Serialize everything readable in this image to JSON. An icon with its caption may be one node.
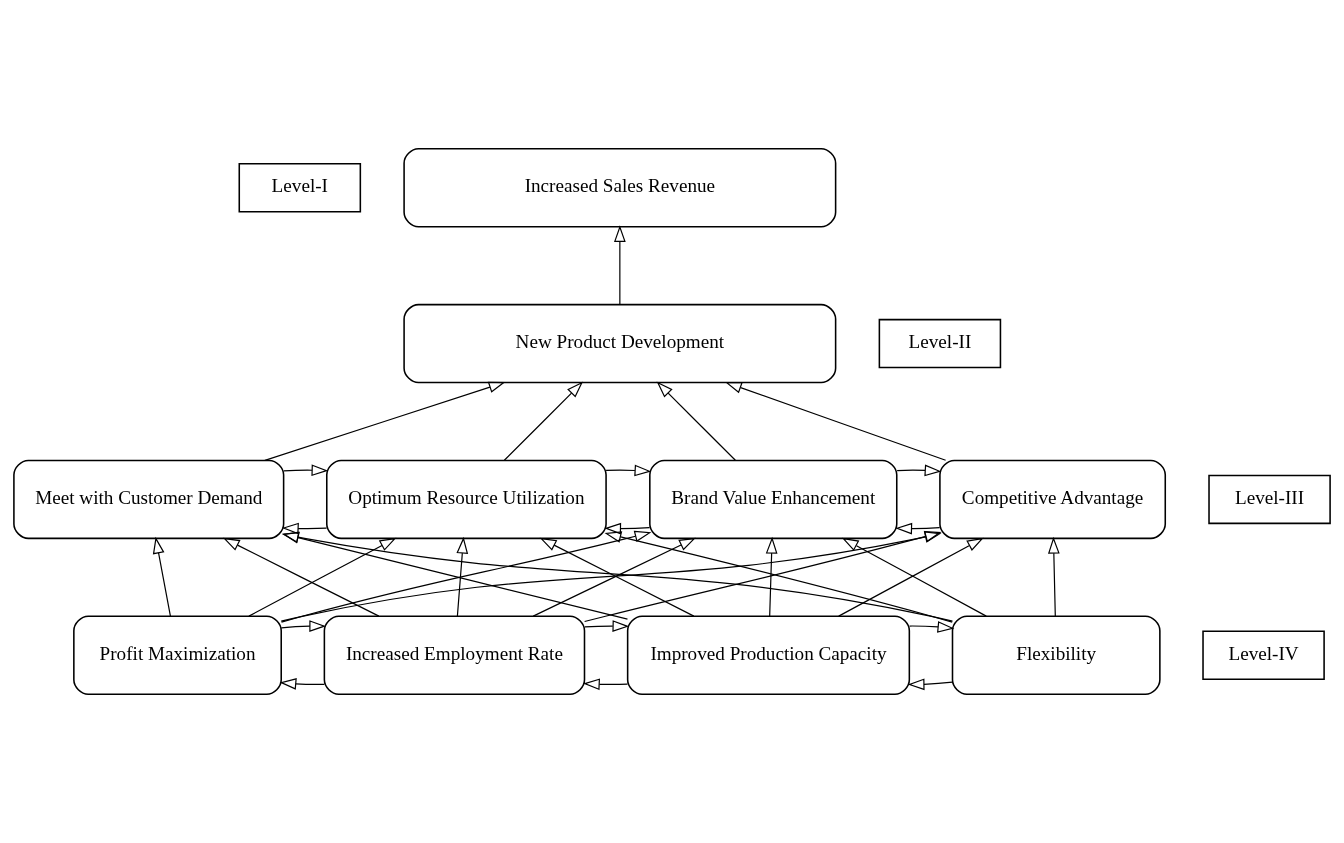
{
  "diagram": {
    "nodes": [
      {
        "text": [
          "Level-I"
        ]
      },
      {
        "text": [
          "Increased Sales Revenue"
        ]
      },
      {
        "text": [
          "Level-II"
        ]
      },
      {
        "text": [
          "New Product Development"
        ]
      },
      {
        "text": [
          "Level-III"
        ]
      },
      {
        "text": [
          "Meet with Customer Demand"
        ]
      },
      {
        "text": [
          "Optimum Resource Utilization"
        ]
      },
      {
        "text": [
          "Brand Value Enhancement"
        ]
      },
      {
        "text": [
          "Competitive Advantage"
        ]
      },
      {
        "text": [
          "Level-IV"
        ]
      },
      {
        "text": [
          "Profit Maximization"
        ]
      },
      {
        "text": [
          "Increased Employment Rate"
        ]
      },
      {
        "text": [
          "Improved Production Capacity"
        ]
      },
      {
        "text": [
          "Flexibility"
        ]
      }
    ],
    "edges": [
      {
        "from": 3,
        "to": 1,
        "arrow": "to"
      },
      {
        "from": 5,
        "to": 3,
        "arrow": "to"
      },
      {
        "from": 6,
        "to": 3,
        "arrow": "to"
      },
      {
        "from": 7,
        "to": 3,
        "arrow": "to"
      },
      {
        "from": 8,
        "to": 3,
        "arrow": "to"
      },
      {
        "from": 10,
        "to": 5,
        "arrow": "to"
      },
      {
        "from": 10,
        "to": 6,
        "arrow": "to"
      },
      {
        "from": 10,
        "to": 7,
        "arrow": "to"
      },
      {
        "from": 10,
        "to": 8,
        "arrow": "to"
      },
      {
        "from": 11,
        "to": 5,
        "arrow": "to"
      },
      {
        "from": 11,
        "to": 6,
        "arrow": "to"
      },
      {
        "from": 11,
        "to": 7,
        "arrow": "to"
      },
      {
        "from": 11,
        "to": 8,
        "arrow": "to"
      },
      {
        "from": 12,
        "to": 5,
        "arrow": "to"
      },
      {
        "from": 12,
        "to": 6,
        "arrow": "to"
      },
      {
        "from": 12,
        "to": 7,
        "arrow": "to"
      },
      {
        "from": 12,
        "to": 8,
        "arrow": "to"
      },
      {
        "from": 13,
        "to": 5,
        "arrow": "to"
      },
      {
        "from": 13,
        "to": 6,
        "arrow": "to"
      },
      {
        "from": 13,
        "to": 7,
        "arrow": "to"
      },
      {
        "from": 13,
        "to": 8,
        "arrow": "to"
      },
      {
        "from": 5,
        "to": 6,
        "arrow": "to"
      },
      {
        "from": 6,
        "to": 5,
        "arrow": "to"
      },
      {
        "from": 6,
        "to": 7,
        "arrow": "to"
      },
      {
        "from": 7,
        "to": 6,
        "arrow": "to"
      },
      {
        "from": 7,
        "to": 8,
        "arrow": "to"
      },
      {
        "from": 8,
        "to": 7,
        "arrow": "to"
      },
      {
        "from": 10,
        "to": 11,
        "arrow": "to"
      },
      {
        "from": 11,
        "to": 10,
        "arrow": "to"
      },
      {
        "from": 11,
        "to": 12,
        "arrow": "to"
      },
      {
        "from": 12,
        "to": 11,
        "arrow": "to"
      },
      {
        "from": 12,
        "to": 13,
        "arrow": "to"
      },
      {
        "from": 13,
        "to": 12,
        "arrow": "to"
      }
    ]
  }
}
